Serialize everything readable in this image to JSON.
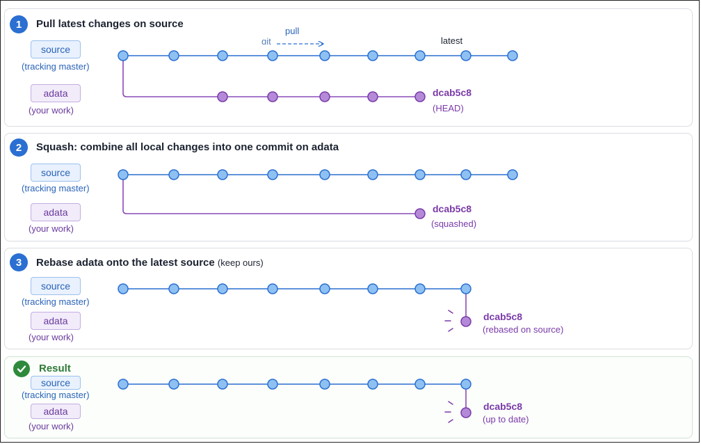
{
  "colors": {
    "source": "#2a6fd1",
    "node_fill": "#8ec0f2",
    "work": "#8a4bb8",
    "work_fill": "#b48ad8",
    "check": "#2f8a3c"
  },
  "steps": [
    {
      "number": "1",
      "title": "Pull latest changes on source",
      "title_note": "",
      "source_label": "source",
      "source_sub": "(tracking master)",
      "work_label": "adata",
      "work_sub": "(your work)",
      "commit_label": "dcab5c8",
      "commit_note": "(HEAD)",
      "latest_label": "latest",
      "git_label": "ɑit",
      "pull_label": "pull"
    },
    {
      "number": "2",
      "title": "Squash: combine all local changes into one commit on adata",
      "title_note": "",
      "source_label": "source",
      "source_sub": "(tracking master)",
      "work_label": "adata",
      "work_sub": "(your work)",
      "commit_label": "dcab5c8",
      "commit_note": "(squashed)"
    },
    {
      "number": "3",
      "title": "Rebase adata onto the latest source",
      "title_note": "(keep ours)",
      "source_label": "source",
      "source_sub": "(tracking master)",
      "work_label": "adata",
      "work_sub": "(your work)",
      "commit_label": "dcab5c8",
      "commit_note": "(rebased on source)"
    }
  ],
  "result": {
    "icon": "check-icon",
    "title": "Result",
    "source_label": "source",
    "source_sub": "(tracking master)",
    "work_label": "adata",
    "work_sub": "(your work)",
    "commit_label": "dcab5c8",
    "commit_note": "(up to date)"
  }
}
